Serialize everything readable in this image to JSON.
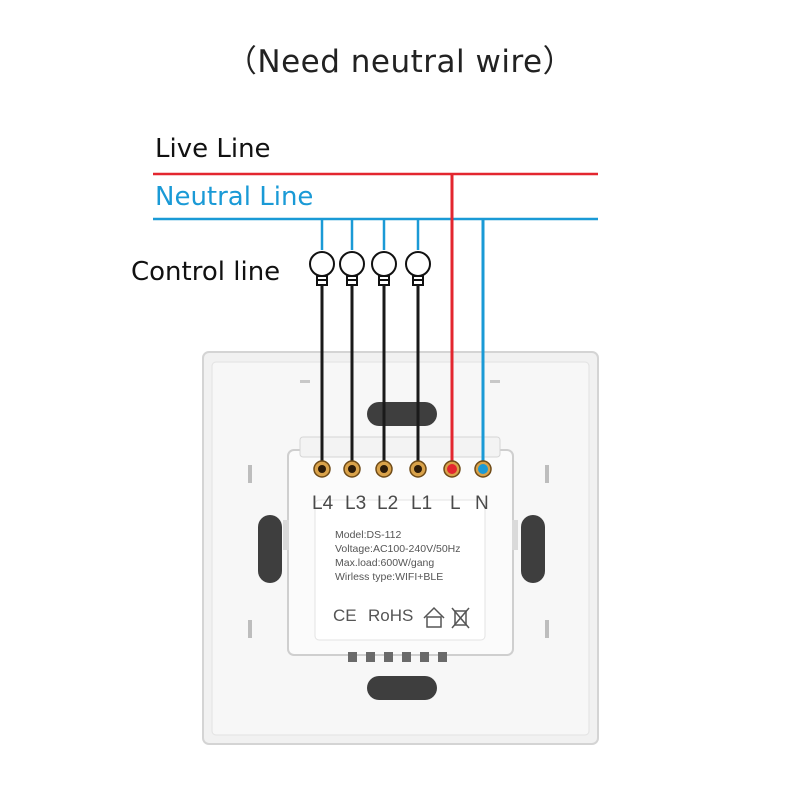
{
  "header": {
    "title": "（Need neutral wire）"
  },
  "wiring": {
    "live_label": "Live Line",
    "neutral_label": "Neutral Line",
    "control_label": "Control line"
  },
  "device": {
    "terminals": [
      "L4",
      "L3",
      "L2",
      "L1",
      "L",
      "N"
    ],
    "specs": {
      "model": "Model:DS-112",
      "voltage": "Voltage:AC100-240V/50Hz",
      "max_load": "Max.load:600W/gang",
      "wireless": "Wirless type:WIFI+BLE"
    },
    "marks": {
      "ce": "CE",
      "rohs": "RoHS"
    }
  },
  "colors": {
    "live": "#e3262f",
    "neutral": "#1a9ad6",
    "control": "#1a1a1a"
  }
}
